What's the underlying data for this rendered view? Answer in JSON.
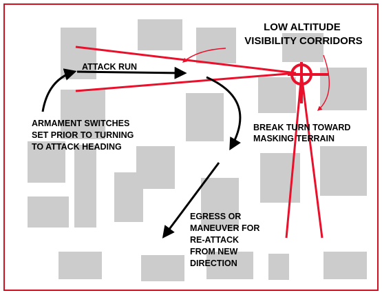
{
  "colors": {
    "background": "#ffffff",
    "border": "#d01020",
    "blocks": "#cccccc",
    "corridor_lines": "#e8102a",
    "arrows": "#000000",
    "callout_arrows": "#e8102a"
  },
  "labels": {
    "corridors": [
      "LOW ALTITUDE",
      "VISIBILITY CORRIDORS"
    ],
    "attack_run": "ATTACK RUN",
    "armament": [
      "ARMAMENT SWITCHES",
      "SET PRIOR TO TURNING",
      "TO ATTACK HEADING"
    ],
    "break_turn": [
      "BREAK TURN TOWARD",
      "MASKING TERRAIN"
    ],
    "egress": [
      "EGRESS OR",
      "MANEUVER FOR",
      "RE-ATTACK",
      "FROM NEW",
      "DIRECTION"
    ]
  },
  "icons": {
    "target": "crosshair-target-icon"
  }
}
